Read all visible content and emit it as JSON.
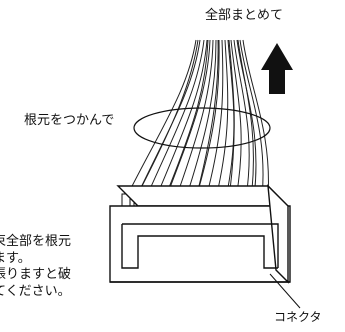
{
  "labels": {
    "top": "全部まとめて",
    "grip": "根元をつかんで",
    "connector": "コネクタ"
  },
  "note_lines": [
    "束全部を根元",
    "ます。",
    "張りますと破",
    "てください。"
  ]
}
